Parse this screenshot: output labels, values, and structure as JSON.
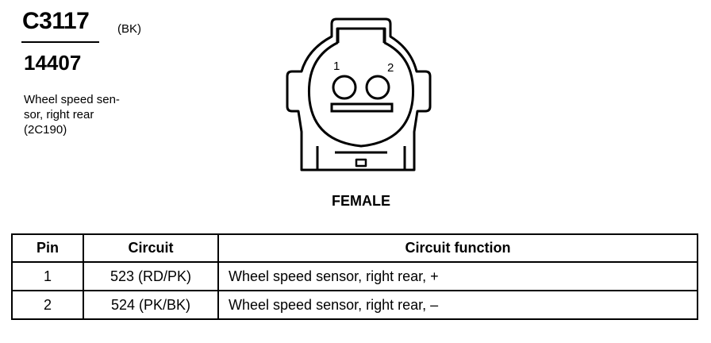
{
  "connector": {
    "id": "C3117",
    "color": "(BK)",
    "part_number": "14407",
    "description_lines": [
      "Wheel speed sen-",
      "sor, right rear",
      "(2C190)"
    ]
  },
  "diagram": {
    "pin_labels": [
      "1",
      "2"
    ],
    "view": "FEMALE"
  },
  "table": {
    "headers": [
      "Pin",
      "Circuit",
      "Circuit function"
    ],
    "rows": [
      {
        "pin": "1",
        "circuit": "523 (RD/PK)",
        "function": "Wheel speed sensor, right rear, +"
      },
      {
        "pin": "2",
        "circuit": "524 (PK/BK)",
        "function": "Wheel speed sensor, right rear, –"
      }
    ]
  }
}
